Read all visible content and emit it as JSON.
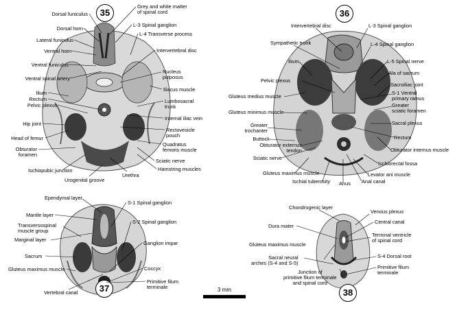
{
  "panels": {
    "p35": {
      "number": "35",
      "labels": {
        "dorsal_funiculus": "Dorsal funiculus",
        "grey_white_matter": "Grey and white matter\nof spinal cord",
        "dorsal_horn": "Dorsal horn",
        "l3_spinal_ganglion": "L-3 Spinal ganglion",
        "l4_transverse_process": "L-4 Transverse process",
        "lateral_funiculus": "Lateral funiculus",
        "ventral_horn": "Ventral horn",
        "intervertebral_disc": "Intervertebral disc",
        "ventral_funiculus": "Ventral funiculus",
        "nucleus_pulposus": "Nucleus\npulposus",
        "ventral_spinal_artery": "Ventral spinal artery",
        "iliacus_muscle": "Iliacus muscle",
        "ilium": "Ilium",
        "rectum": "Rectum",
        "pelvic_plexus": "Pelvic plexus",
        "lumbosacral_trunk": "Lumbosacral\ntrunk",
        "internal_iliac_vein": "Internal iliac vein",
        "hip_joint": "Hip joint",
        "head_of_femur": "Head of femur",
        "rectovesicle_pouch": "Rectovesicle\npouch",
        "quadratus_femoris": "Quadratus\nfemoris muscle",
        "obturator_foramen": "Obturator\nforamen",
        "sciatic_nerve": "Sciatic nerve",
        "hamstring_muscles": "Hamstring muscles",
        "ischiopubic_junction": "Ischiopubic junction",
        "urethra": "Urethra",
        "urogenital_groove": "Urogenital groove"
      }
    },
    "p36": {
      "number": "36",
      "labels": {
        "intervertebral_disc": "Intervertebral disc",
        "l3_spinal_ganglion": "L-3 Spinal ganglion",
        "sympathetic_trunk": "Sympathetic trunk",
        "l4_spinal_ganglion": "L-4 Spinal ganglion",
        "ilium": "Ilium",
        "l5_spinal_nerve": "L-5 Spinal nerve",
        "ala_of_sacrum": "Ala of sacrum",
        "pelvic_plexus": "Pelvic plexus",
        "sacroiliac_joint": "Sacroiliac joint",
        "gluteus_medius": "Gluteus medius muscle",
        "s1_ventral_ramus": "S-1 Ventral\nprimary ramus",
        "greater_sciatic_foramen": "Greater\nsciatic foramen",
        "gluteus_minimus": "Gluteus minimus muscle",
        "sacral_plexus": "Sacral plexus",
        "greater_trochanter": "Greater\ntrochanter",
        "rectum": "Rectum",
        "buttock": "Buttock",
        "obturator_externus_tendon": "Obturator externus\ntendon",
        "obturator_internus": "Obturator internus muscle",
        "sciatic_nerve": "Sciatic nerve",
        "ischiorectal_fossa": "Ischiorectal fossa",
        "gluteus_maximus": "Gluteus maximus muscle",
        "levator_ani": "Levator ani muscle",
        "anal_canal": "Anal canal",
        "anus": "Anus",
        "ischial_tuberosity": "Ischial tuberosity"
      }
    },
    "p37": {
      "number": "37",
      "labels": {
        "ependymal_layer": "Ependymal layer",
        "s1_spinal_ganglion": "S-1 Spinal ganglion",
        "mantle_layer": "Mantle layer",
        "s2_spinal_ganglion": "S-2 Spinal ganglion",
        "transversospinal": "Transversospinal\nmuscle group",
        "marginal_layer": "Marginal layer",
        "ganglion_impar": "Ganglion impar",
        "sacrum": "Sacrum",
        "coccyx": "Coccyx",
        "gluteus_maximus": "Gluteus maximus muscle",
        "primitive_filum": "Primitive filum\nterminale",
        "vertebral_canal": "Vertebral canal"
      }
    },
    "p38": {
      "number": "38",
      "labels": {
        "chondrogenic_layer": "Chondrogenic layer",
        "venous_plexus": "Venous plexus",
        "central_canal": "Central canal",
        "dura_mater": "Dura mater",
        "terminal_ventricle": "Terminal ventricle\nof spinal cord",
        "gluteus_maximus": "Gluteus maximus muscle",
        "sacral_neural_arches": "Sacral neural\narches (S-4 and S-5)",
        "s4_dorsal_root": "S-4 Dorsal root",
        "primitive_filum": "Primitive filum\nterminale",
        "junction": "Junction of\nprimitive filum terminale\nand spinal cord"
      }
    }
  },
  "scale": {
    "label": "3 mm"
  }
}
